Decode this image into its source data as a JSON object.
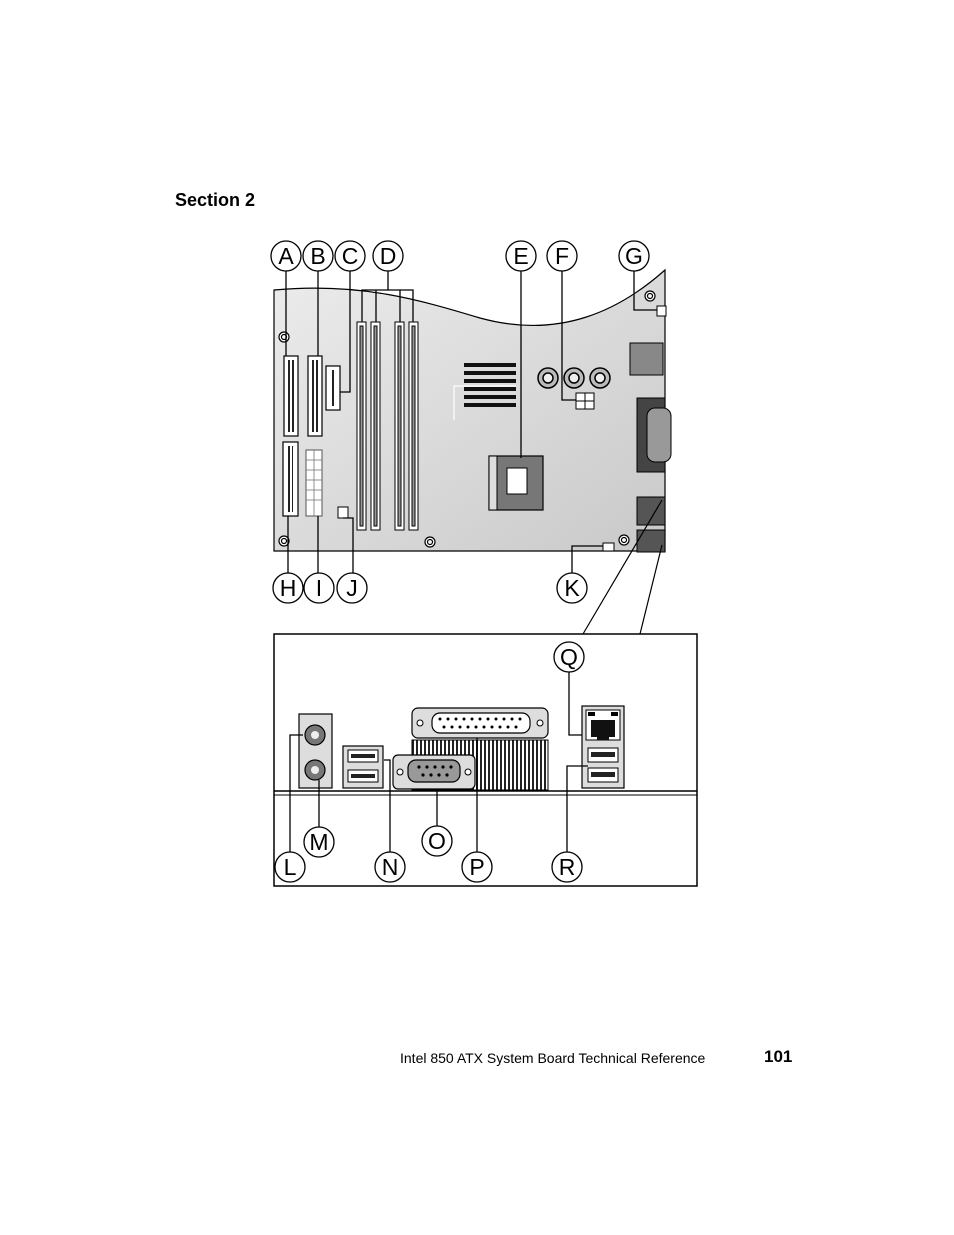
{
  "header": {
    "section_title": "Section 2"
  },
  "figure": {
    "board_callouts": [
      "A",
      "B",
      "C",
      "D",
      "E",
      "F",
      "G",
      "H",
      "I",
      "J",
      "K"
    ],
    "back_panel_callouts": [
      "L",
      "M",
      "N",
      "O",
      "P",
      "Q",
      "R"
    ]
  },
  "footer": {
    "doc_title": "Intel 850 ATX System Board Technical Reference",
    "page_number": "101"
  },
  "colors": {
    "board_fill": "#dcdcdc",
    "ink": "#000000"
  }
}
